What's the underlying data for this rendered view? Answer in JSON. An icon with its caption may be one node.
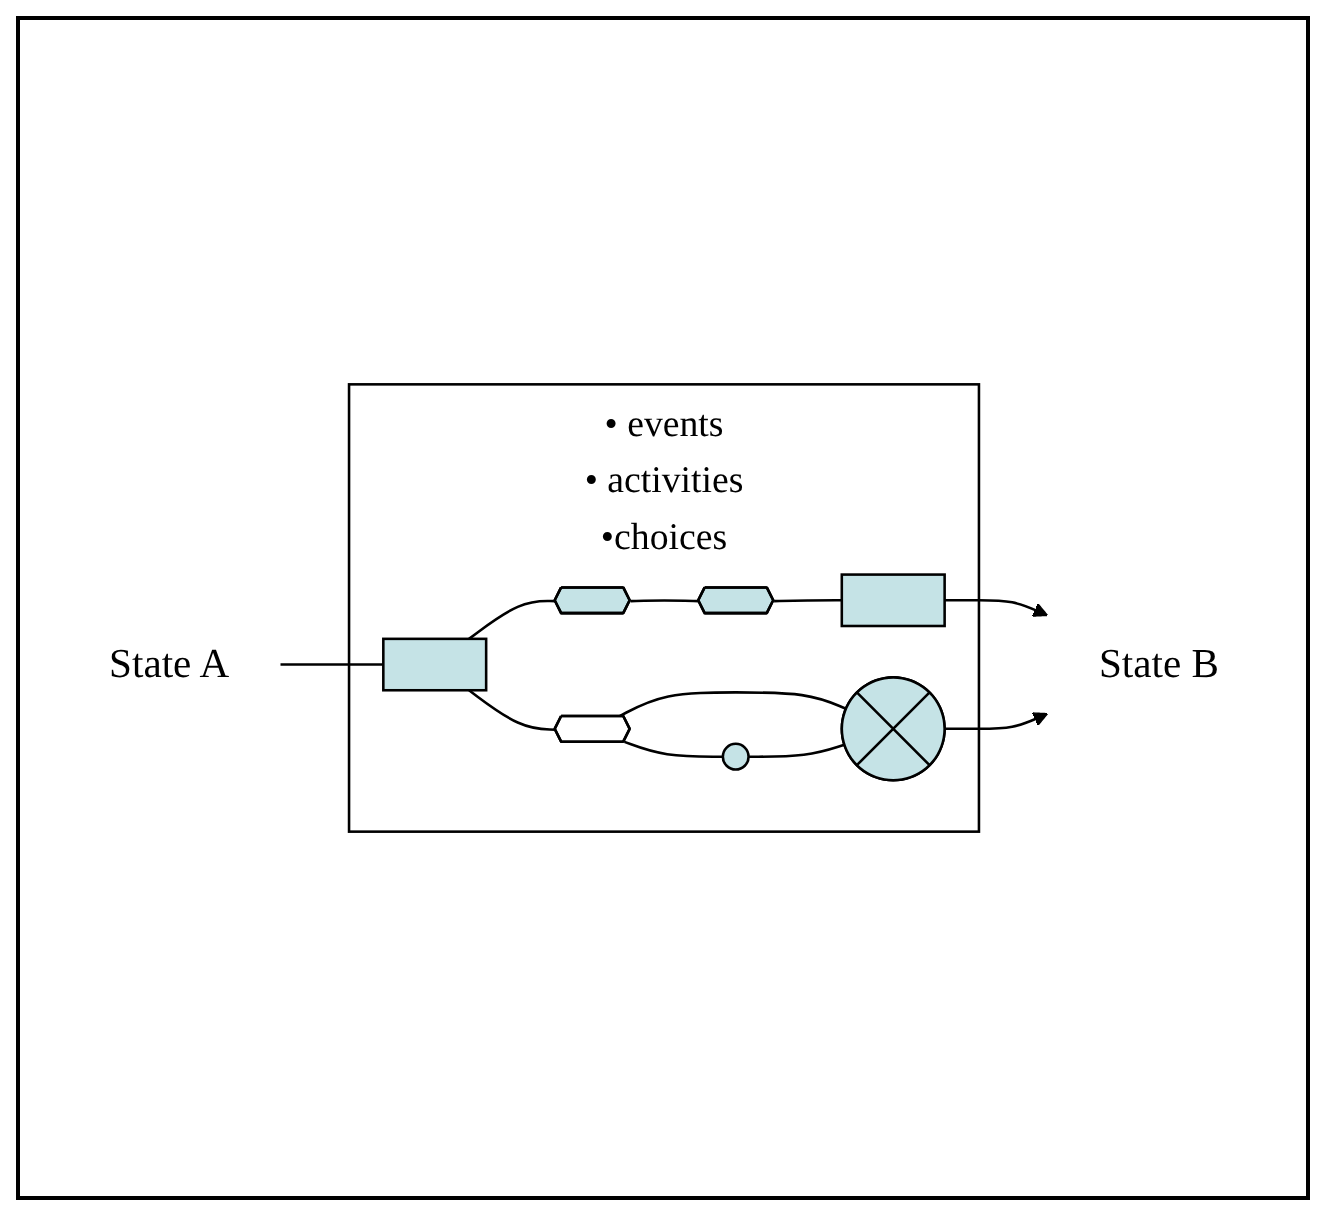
{
  "diagram": {
    "nodes": [
      {
        "text": [
          "State A"
        ]
      },
      {
        "text": [
          "• events",
          "• activities",
          "•choices"
        ]
      },
      {
        "text": [],
        "shape": "box",
        "in": 1
      },
      {
        "text": [],
        "shape": "hexagon",
        "in": 1
      },
      {
        "text": [],
        "shape": "hexagon",
        "in": 1
      },
      {
        "text": [],
        "shape": "box",
        "in": 1
      },
      {
        "text": [],
        "shape": "hexagon",
        "in": 1
      },
      {
        "text": [],
        "shape": "circle",
        "in": 1
      },
      {
        "text": [],
        "shape": "circle",
        "in": 1
      },
      {
        "text": [
          "State B"
        ]
      }
    ],
    "edges": [
      {
        "from": 0,
        "to": 2,
        "arrow": "none"
      },
      {
        "from": 2,
        "to": 3,
        "arrow": "none"
      },
      {
        "from": 3,
        "to": 4,
        "arrow": "none"
      },
      {
        "from": 4,
        "to": 5,
        "arrow": "none"
      },
      {
        "from": 5,
        "to": 9,
        "arrow": "to"
      },
      {
        "from": 2,
        "to": 6,
        "arrow": "none"
      },
      {
        "from": 6,
        "to": 8,
        "arrow": "none"
      },
      {
        "from": 6,
        "to": 7,
        "arrow": "none"
      },
      {
        "from": 7,
        "to": 8,
        "arrow": "none"
      },
      {
        "from": 8,
        "to": 9,
        "arrow": "to"
      }
    ]
  }
}
